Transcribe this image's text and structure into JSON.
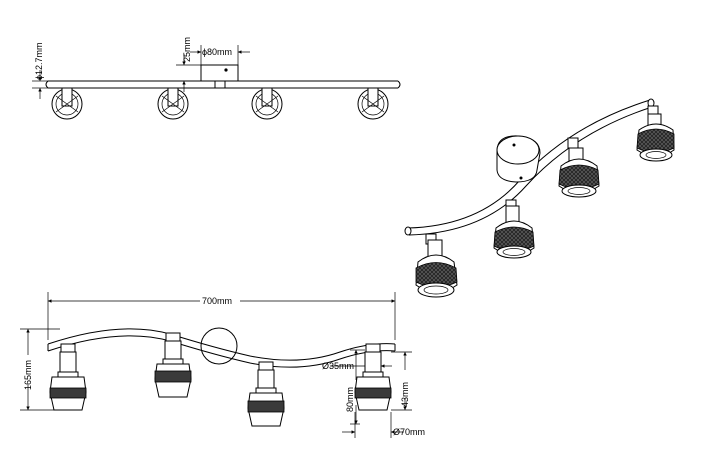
{
  "dimensions": {
    "diameter_12_7": "ϕ12.7mm",
    "height_25": "25mm",
    "diameter_80": "ϕ80mm",
    "width_700": "700mm",
    "height_165": "165mm",
    "diameter_35": "Ø35mm",
    "height_80": "80mm",
    "height_43": "43mm",
    "diameter_70": "Ø70mm"
  },
  "colors": {
    "line": "#000000",
    "background": "#ffffff",
    "shade": "#3a3a3a"
  }
}
